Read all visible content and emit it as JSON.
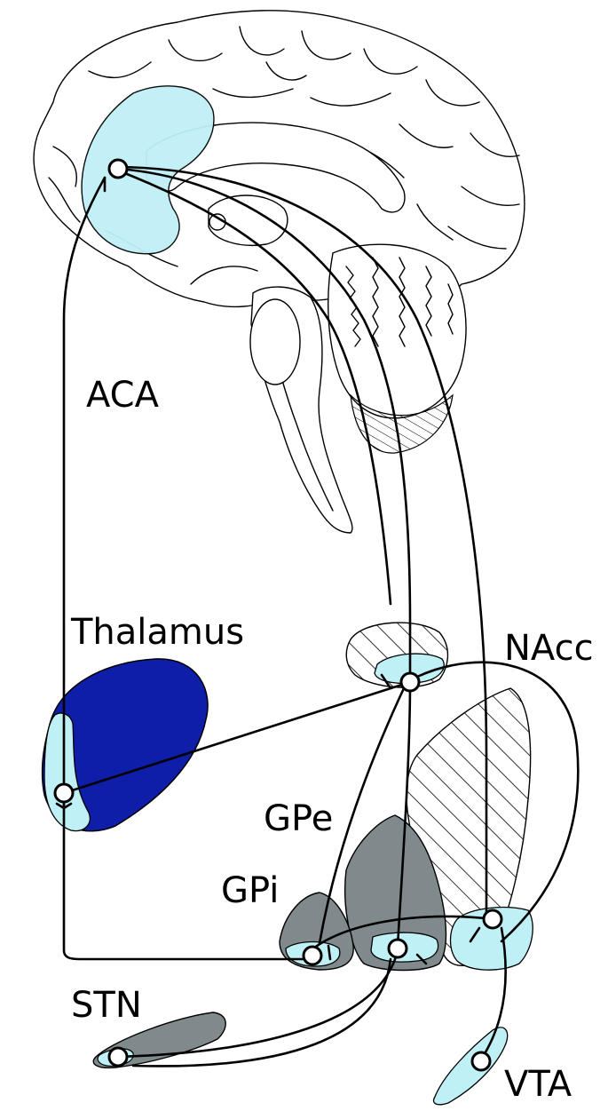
{
  "labels": {
    "aca": "ACA",
    "thalamus": "Thalamus",
    "nacc": "NAcc",
    "gpe": "GPe",
    "gpi": "GPi",
    "stn": "STN",
    "vta": "VTA"
  },
  "colors": {
    "cortex_light": "#bff0f6",
    "thalamus_dark": "#0e1ea8",
    "basal_gray": "#808a8c",
    "line": "#000000"
  }
}
